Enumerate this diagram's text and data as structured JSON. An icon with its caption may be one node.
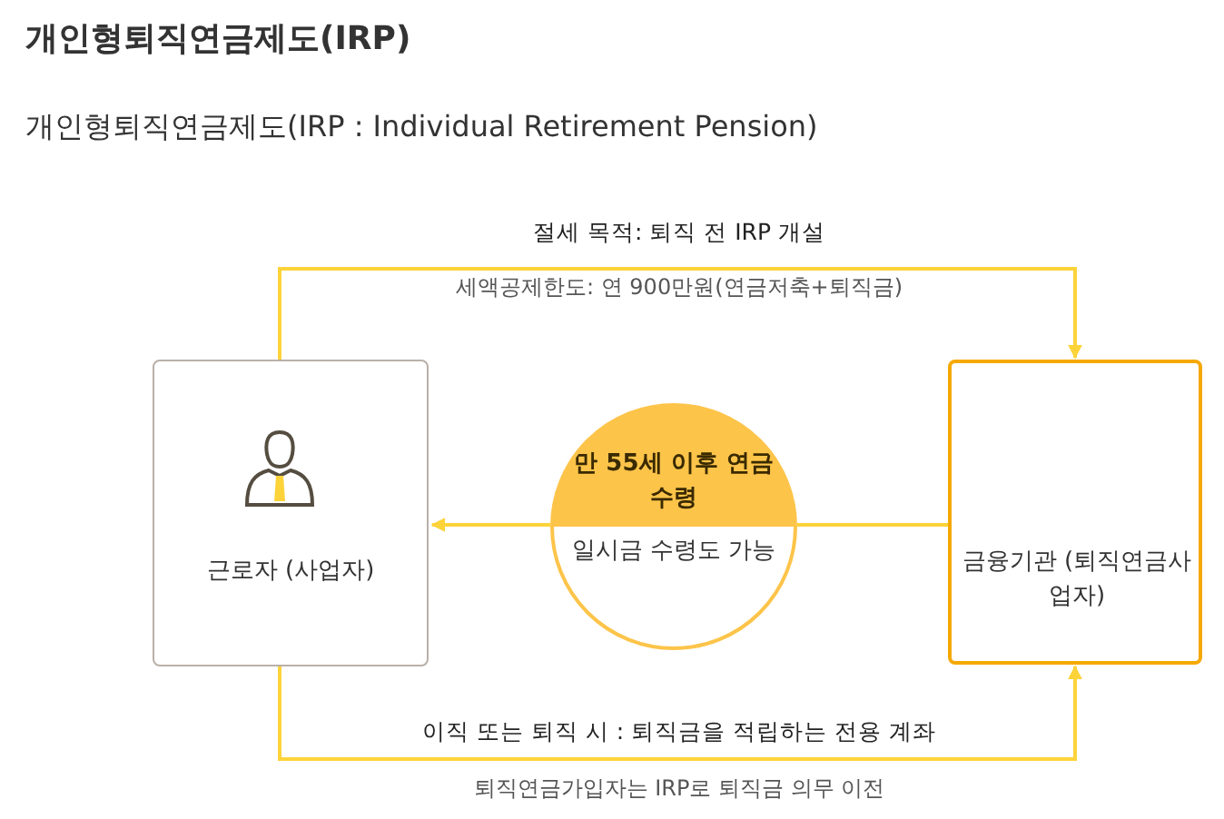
{
  "diagram": {
    "title": "개인형퇴직연금제도(IRP)",
    "nodes": [
      {
        "text": [
          "근로자 (사업자)"
        ]
      },
      {
        "text": [
          "만 55세 이후 연금 수령",
          "일시금 수령도 가능"
        ]
      },
      {
        "text": [
          "금융기관 (퇴직연금사업자)"
        ]
      }
    ],
    "edges": [
      {
        "from": 0,
        "to": 2,
        "arrow": "to",
        "label": "절세 목적: 퇴직 전 IRP 개설"
      },
      {
        "from": 0,
        "to": 2,
        "arrow": "to",
        "label": "이직 또는 퇴직 시 : 퇴직금을 적립하는 전용 계좌"
      },
      {
        "from": 2,
        "to": 1,
        "arrow": "none"
      },
      {
        "from": 1,
        "to": 0,
        "arrow": "to"
      }
    ],
    "labels": [
      "개인형퇴직연금제도(IRP : Individual Retirement Pension)",
      "세액공제한도: 연 900만원(연금저축+퇴직금)",
      "퇴직연금가입자는 IRP로 퇴직금 의무 이전"
    ]
  }
}
